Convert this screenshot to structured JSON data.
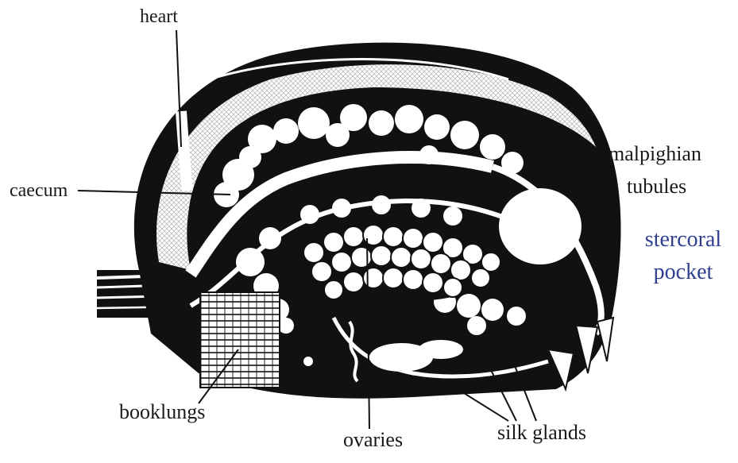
{
  "labels": {
    "heart": "heart",
    "caecum": "caecum",
    "malpighian_line1": "malpighian",
    "malpighian_line2": "tubules",
    "stercoral_line1": "stercoral",
    "stercoral_line2": "pocket",
    "booklungs": "booklungs",
    "ovaries": "ovaries",
    "silk_glands": "silk glands"
  },
  "colors": {
    "ink": "#111111",
    "paper": "#ffffff",
    "stipple": "#d9d9d9",
    "blue_label": "#2e3f8f"
  }
}
